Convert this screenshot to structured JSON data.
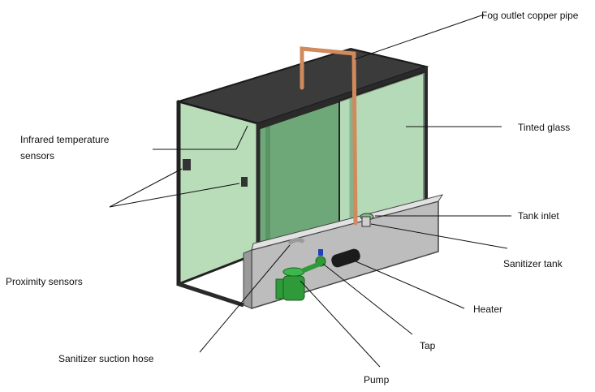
{
  "labels": {
    "fog_outlet": "Fog outlet copper pipe",
    "infrared_line1": "Infrared temperature",
    "infrared_line2": "sensors",
    "tinted_glass": "Tinted glass",
    "tank_inlet": "Tank inlet",
    "sanitizer_tank": "Sanitizer tank",
    "proximity": "Proximity sensors",
    "heater": "Heater",
    "tap": "Tap",
    "suction_hose": "Sanitizer suction hose",
    "pump": "Pump"
  },
  "colors": {
    "frame": "#2a2a2a",
    "roof": "#3b3b3b",
    "glass": "#b8dcb8",
    "glass_back": "#6fa878",
    "tank": "#c9c9c9",
    "copper": "#d08a5c",
    "pump": "#2e9a3a"
  }
}
